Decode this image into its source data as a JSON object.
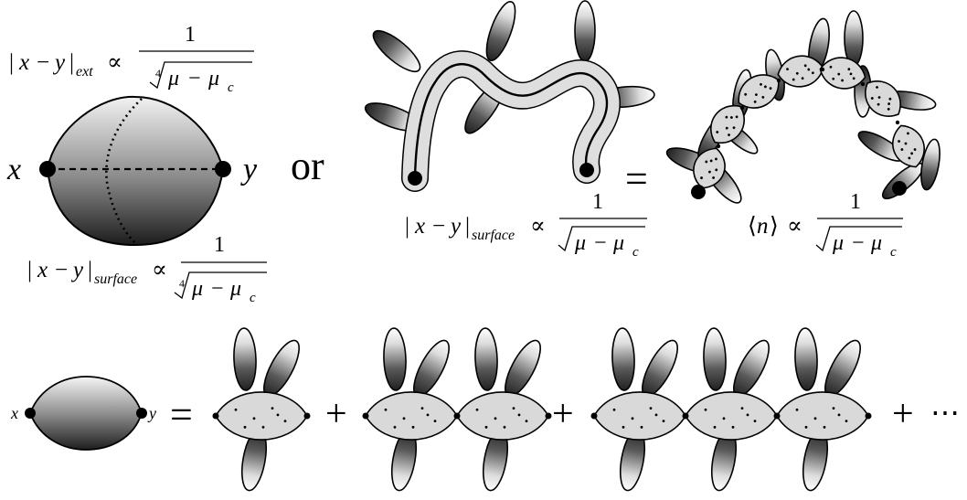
{
  "labels": {
    "x": "x",
    "y": "y",
    "or": "or",
    "equals": "=",
    "plus": "+",
    "ellipsis": "⋯",
    "abs_open": "|",
    "abs_close": "|",
    "minus": "−",
    "propto": "∝",
    "numerator": "1",
    "root_index": "4",
    "mu": "μ",
    "mu_c": "μ",
    "c_sub": "c",
    "sub_ext": "ext",
    "sub_surface": "surface",
    "n_open": "⟨",
    "n_var": "n",
    "n_close": "⟩"
  },
  "colors": {
    "ink": "#000000",
    "tube_fill": "#dedede",
    "blob_fill": "#d9d9d9",
    "gradient_light": "#fafafa",
    "gradient_dark": "#1a1a1a"
  },
  "diagram": {
    "left_blob": {
      "dotted_meridian": true,
      "dashed_equator": true,
      "endpoints": [
        "x",
        "y"
      ]
    },
    "tube_lobes": 6,
    "chain_cells": 7,
    "series_terms": [
      1,
      2,
      3
    ]
  }
}
